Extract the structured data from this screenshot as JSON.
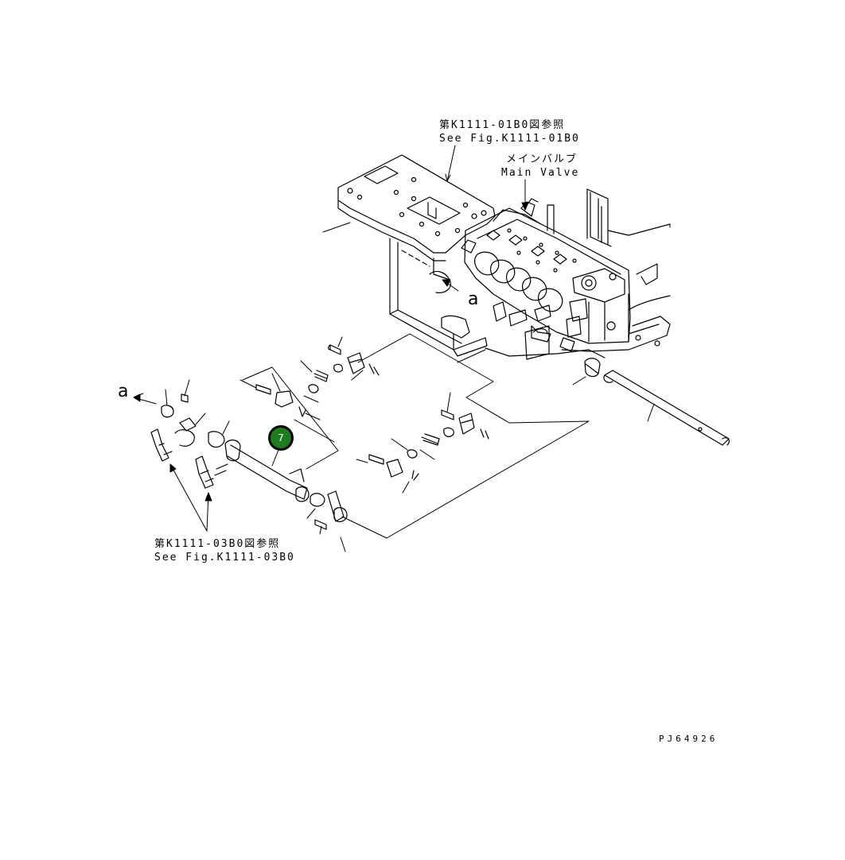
{
  "labels": {
    "ref_top_jp": "第K1111-01B0図参照",
    "ref_top_en": "See Fig.K1111-01B0",
    "main_valve_jp": "メインバルブ",
    "main_valve_en": "Main Valve",
    "ref_bottom_jp": "第K1111-03B0図参照",
    "ref_bottom_en": "See Fig.K1111-03B0",
    "drawing_number": "PJ64926",
    "view_letter_right": "a",
    "view_letter_left": "a"
  },
  "callout": {
    "number": "7",
    "fill_color": "#1e7b1e",
    "border_color": "#000000"
  },
  "line_color": "#000000",
  "background_color": "#ffffff"
}
